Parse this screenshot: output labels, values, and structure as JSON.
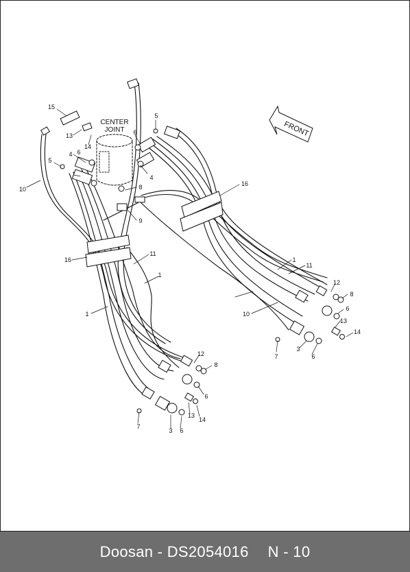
{
  "footer": {
    "brand_part": "Doosan - DS2054016",
    "page": "N - 10"
  },
  "diagram": {
    "center_joint_line1": "CENTER",
    "center_joint_line2": "JOINT",
    "front_label": "FRONT",
    "callouts": [
      "15",
      "13",
      "14",
      "6",
      "5",
      "4",
      "5",
      "10",
      "8",
      "9",
      "4",
      "6",
      "16",
      "11",
      "1",
      "1",
      "16",
      "11",
      "1",
      "10",
      "12",
      "8",
      "6",
      "13",
      "14",
      "7",
      "3",
      "6",
      "12",
      "8",
      "6",
      "13",
      "14",
      "7",
      "3",
      "6"
    ]
  }
}
